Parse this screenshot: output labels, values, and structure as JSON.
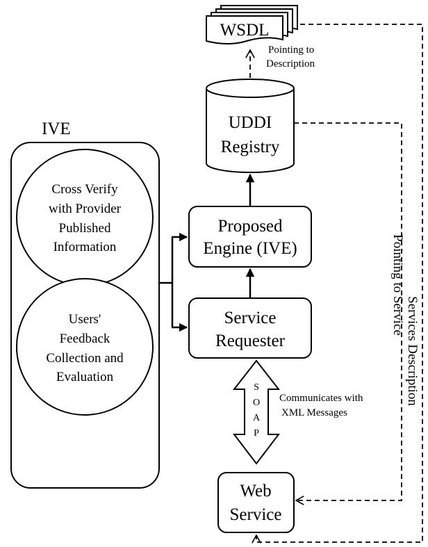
{
  "wsdl": {
    "label": "WSDL"
  },
  "pointing_to_description": {
    "line1": "Pointing to",
    "line2": "Description"
  },
  "uddi": {
    "line1": "UDDI",
    "line2": "Registry"
  },
  "ive_group": {
    "title": "IVE",
    "circle1": {
      "line1": "Cross Verify",
      "line2": "with Provider",
      "line3": "Published",
      "line4": "Information"
    },
    "circle2": {
      "line1": "Users'",
      "line2": "Feedback",
      "line3": "Collection and",
      "line4": "Evaluation"
    }
  },
  "engine": {
    "line1": "Proposed",
    "line2": "Engine (IVE)"
  },
  "requester": {
    "line1": "Service",
    "line2": "Requester"
  },
  "soap_letters": [
    "S",
    "O",
    "A",
    "P"
  ],
  "communicates": {
    "line1": "Communicates with",
    "line2": "XML Messages"
  },
  "web_service": {
    "line1": "Web",
    "line2": "Service"
  },
  "services_description": {
    "label": "Services Description"
  },
  "pointing_to_service": {
    "label": "Pointing to Service"
  }
}
